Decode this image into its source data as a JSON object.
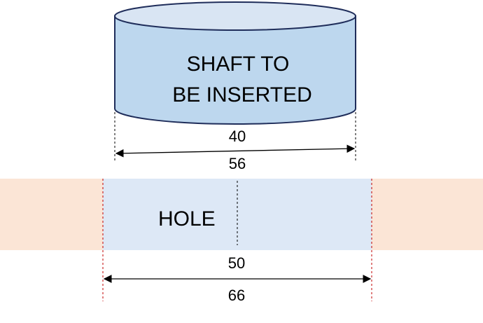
{
  "shaft": {
    "label_line1": "SHAFT TO",
    "label_line2": "BE INSERTED",
    "dimension_top": "40",
    "dimension_bottom": "56"
  },
  "hole": {
    "label": "HOLE",
    "dimension_top": "50",
    "dimension_bottom": "66"
  },
  "colors": {
    "shaft_fill": "#bdd7ee",
    "shaft_top_fill": "#d9e5f3",
    "shaft_stroke": "#1f2d5a",
    "plate_fill": "#fbe5d6",
    "hole_fill": "#dde8f6",
    "hole_guide": "#c00000",
    "text": "#000000"
  }
}
